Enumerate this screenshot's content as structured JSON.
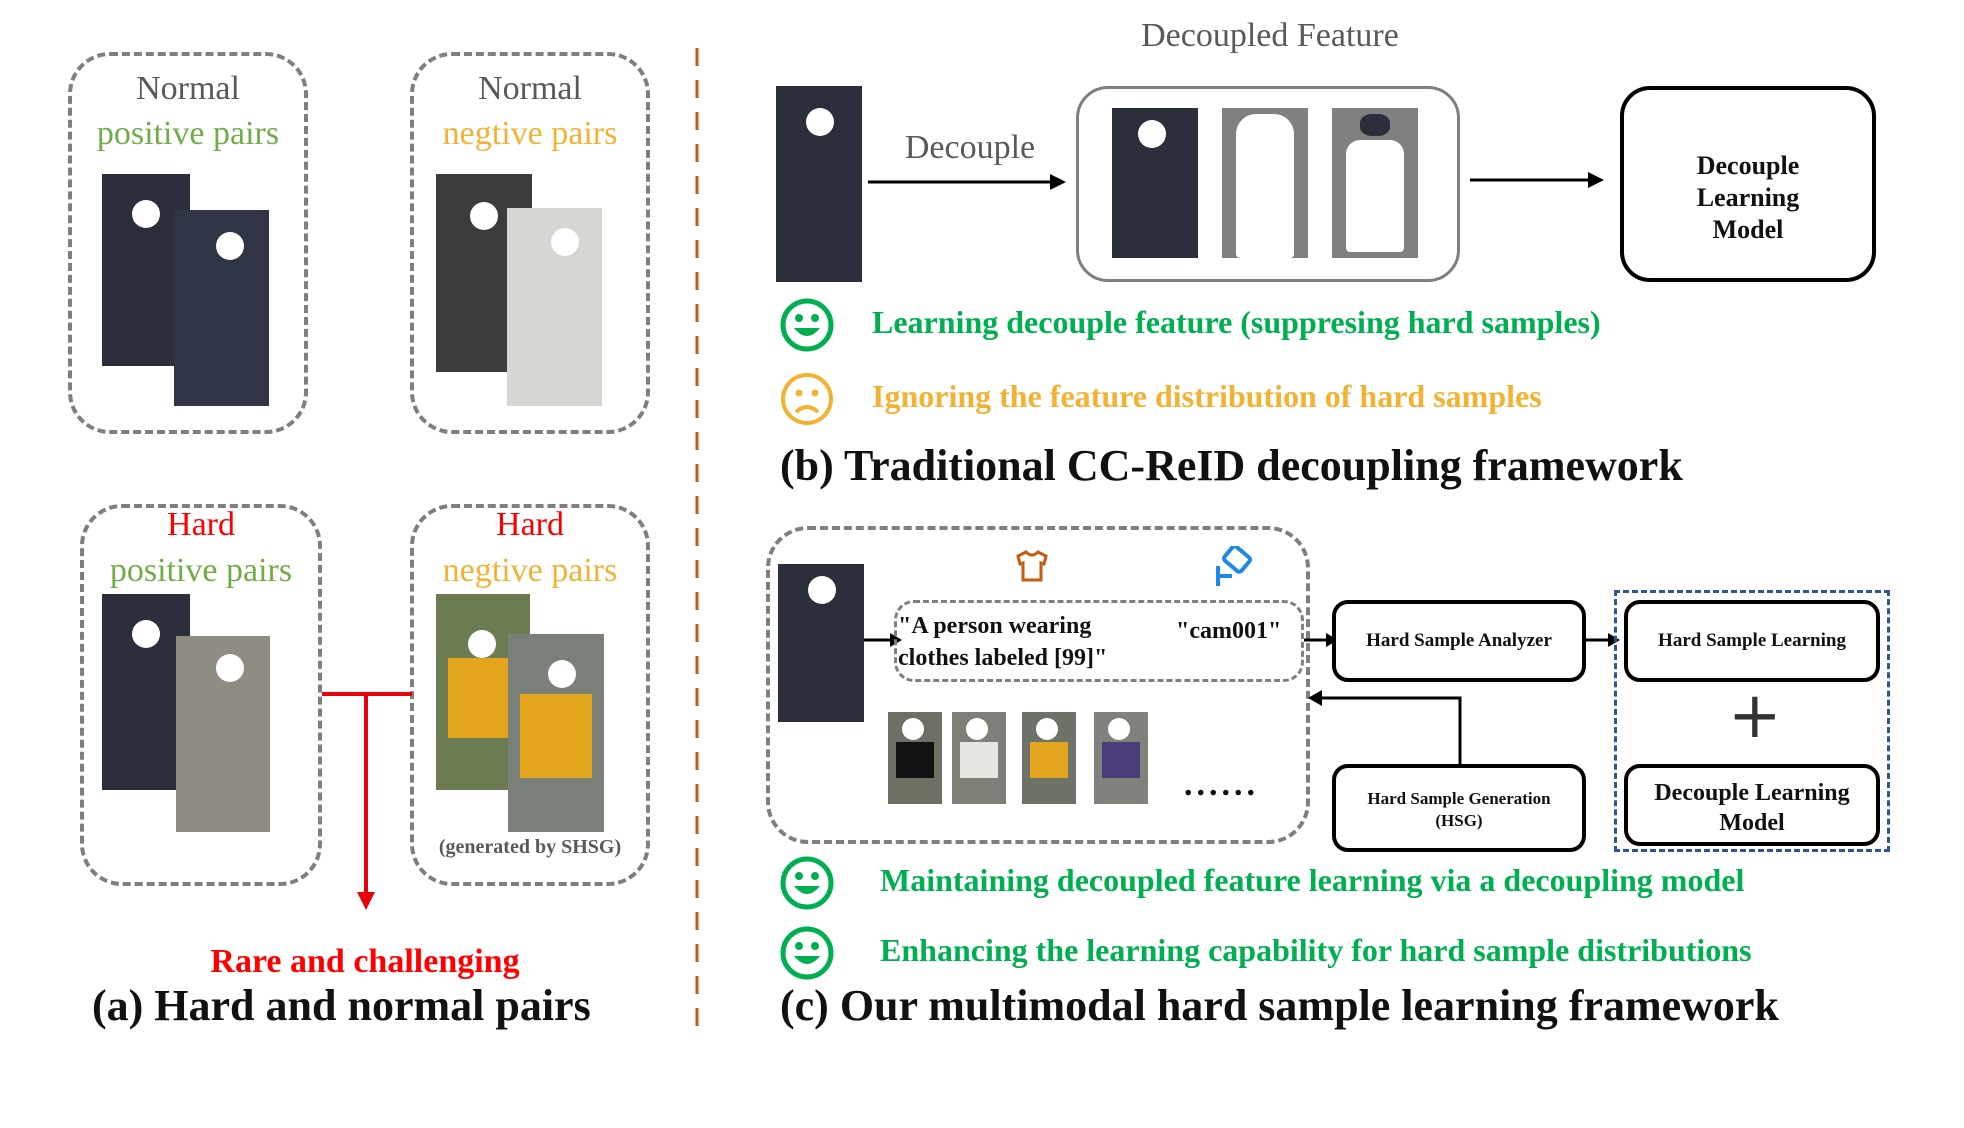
{
  "panel_a": {
    "normal_pos": {
      "line1": "Normal",
      "line2": "positive pairs"
    },
    "normal_neg": {
      "line1": "Normal",
      "line2": "negtive pairs"
    },
    "hard_pos": {
      "line1": "Hard",
      "line2": "positive pairs"
    },
    "hard_neg": {
      "line1": "Hard",
      "line2": "negtive pairs",
      "note": "(generated by SHSG)"
    },
    "rare": "Rare and challenging",
    "caption": "(a) Hard and normal pairs"
  },
  "panel_b": {
    "decoupled_feature": "Decoupled Feature",
    "decouple": "Decouple",
    "model": "Decouple Learning Model",
    "pro": "Learning decouple feature (suppresing hard samples)",
    "con": "Ignoring the feature distribution of hard samples",
    "caption": "(b) Traditional CC-ReID decoupling framework"
  },
  "panel_c": {
    "text_prompt": "\"A person wearing clothes labeled [99]\"",
    "text_line1": "\"A person wearing",
    "text_line2": "clothes labeled [99]\"",
    "cam": "\"cam001\"",
    "dots": "......",
    "analyzer": "Hard Sample Analyzer",
    "generation_line1": "Hard Sample Generation",
    "generation_line2": "(HSG)",
    "learning": "Hard Sample Learning",
    "plus": "+",
    "decouple_model_line1": "Decouple Learning",
    "decouple_model_line2": "Model",
    "pro1": "Maintaining decoupled feature learning via a decoupling model",
    "pro2": "Enhancing the learning capability for hard sample distributions",
    "caption": "(c) Our multimodal hard sample learning framework"
  },
  "icons": {
    "smile": "happy-face-icon",
    "sad": "sad-face-icon",
    "shirt": "shirt-icon",
    "camera": "camera-icon"
  },
  "colors": {
    "green_text": "#00b050",
    "gold_text": "#f2b233",
    "red": "#e8000b",
    "divider": "#c55a11",
    "blue_dash": "#2f5597"
  }
}
